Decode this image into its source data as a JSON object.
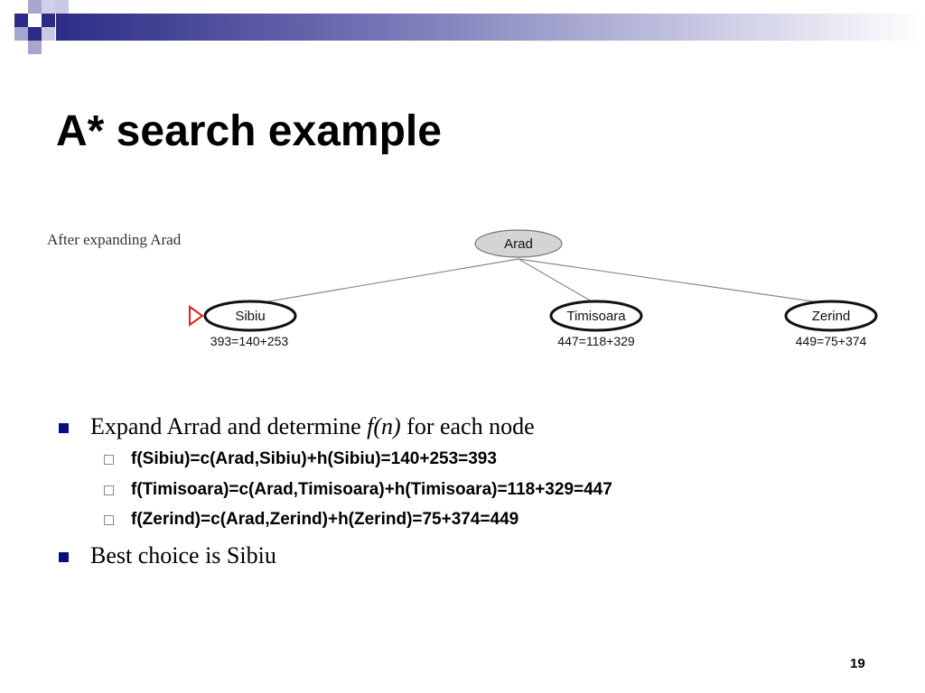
{
  "slide": {
    "title": "A* search example",
    "page_number": "19"
  },
  "diagram": {
    "caption": "After expanding Arad",
    "root": {
      "label": "Arad"
    },
    "children": [
      {
        "label": "Sibiu",
        "f_value": "393=140+253",
        "marked": true
      },
      {
        "label": "Timisoara",
        "f_value": "447=118+329",
        "marked": false
      },
      {
        "label": "Zerind",
        "f_value": "449=75+374",
        "marked": false
      }
    ],
    "colors": {
      "root_fill": "#d4d4d4",
      "marker": "#d9222a"
    }
  },
  "bullets": [
    {
      "text_before": "Expand Arrad and determine ",
      "text_italic": "f(n)",
      "text_after": " for each node",
      "sub": [
        "f(Sibiu)=c(Arad,Sibiu)+h(Sibiu)=140+253=393",
        "f(Timisoara)=c(Arad,Timisoara)+h(Timisoara)=118+329=447",
        "f(Zerind)=c(Arad,Zerind)+h(Zerind)=75+374=449"
      ]
    },
    {
      "text": "Best choice is Sibiu"
    }
  ],
  "theme": {
    "accent": "#2c2c86",
    "accent_light": "#a6a6cf",
    "bullet_color": "#0b0b8a"
  }
}
